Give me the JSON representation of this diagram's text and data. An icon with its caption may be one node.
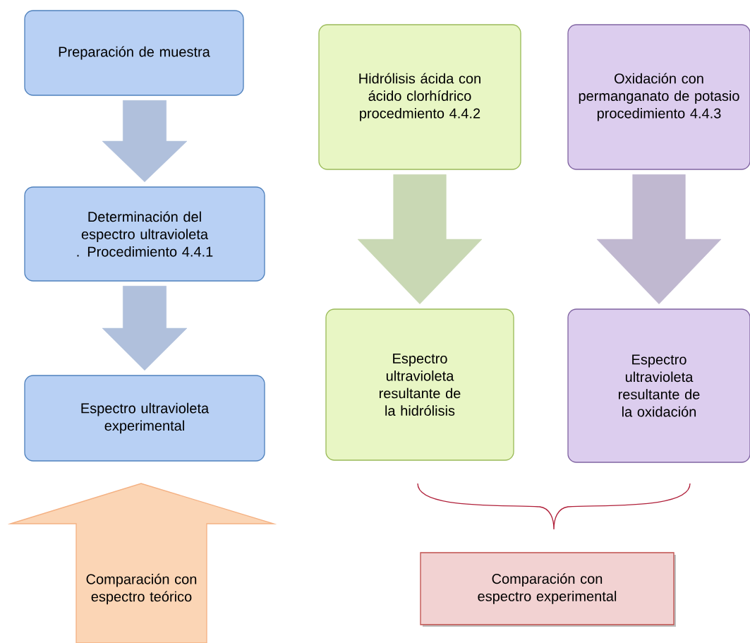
{
  "diagram": {
    "nodes": [
      {
        "text": [
          "Preparación de muestra"
        ]
      },
      {
        "text": [
          "Determinación  del espectro ultravioleta . Procedimiento 4.4.1"
        ]
      },
      {
        "text": [
          "Espectro ultravioleta experimental"
        ]
      },
      {
        "text": [
          "Hidrólisis ácida con ácido clorhídrico procedmiento 4.4.2"
        ]
      },
      {
        "text": [
          "Oxidación con permanganato de potasio procedimiento 4.4.3"
        ]
      },
      {
        "text": [
          "Espectro ultravioleta resultante de la hidrólisis"
        ]
      },
      {
        "text": [
          "Espectro ultravioleta resultante de la oxidación"
        ]
      },
      {
        "text": [
          "Comparación con espectro teórico"
        ]
      },
      {
        "text": [
          "Comparación con espectro experimental"
        ]
      }
    ],
    "edges": [
      {
        "from": 0,
        "to": 1,
        "arrow": "to",
        "color": "#b0c0dc"
      },
      {
        "from": 1,
        "to": 2,
        "arrow": "to",
        "color": "#b0c0dc"
      },
      {
        "from": 3,
        "to": 5,
        "arrow": "to",
        "color": "#c9d8b4"
      },
      {
        "from": 4,
        "to": 6,
        "arrow": "to",
        "color": "#c0b8d0"
      }
    ]
  }
}
